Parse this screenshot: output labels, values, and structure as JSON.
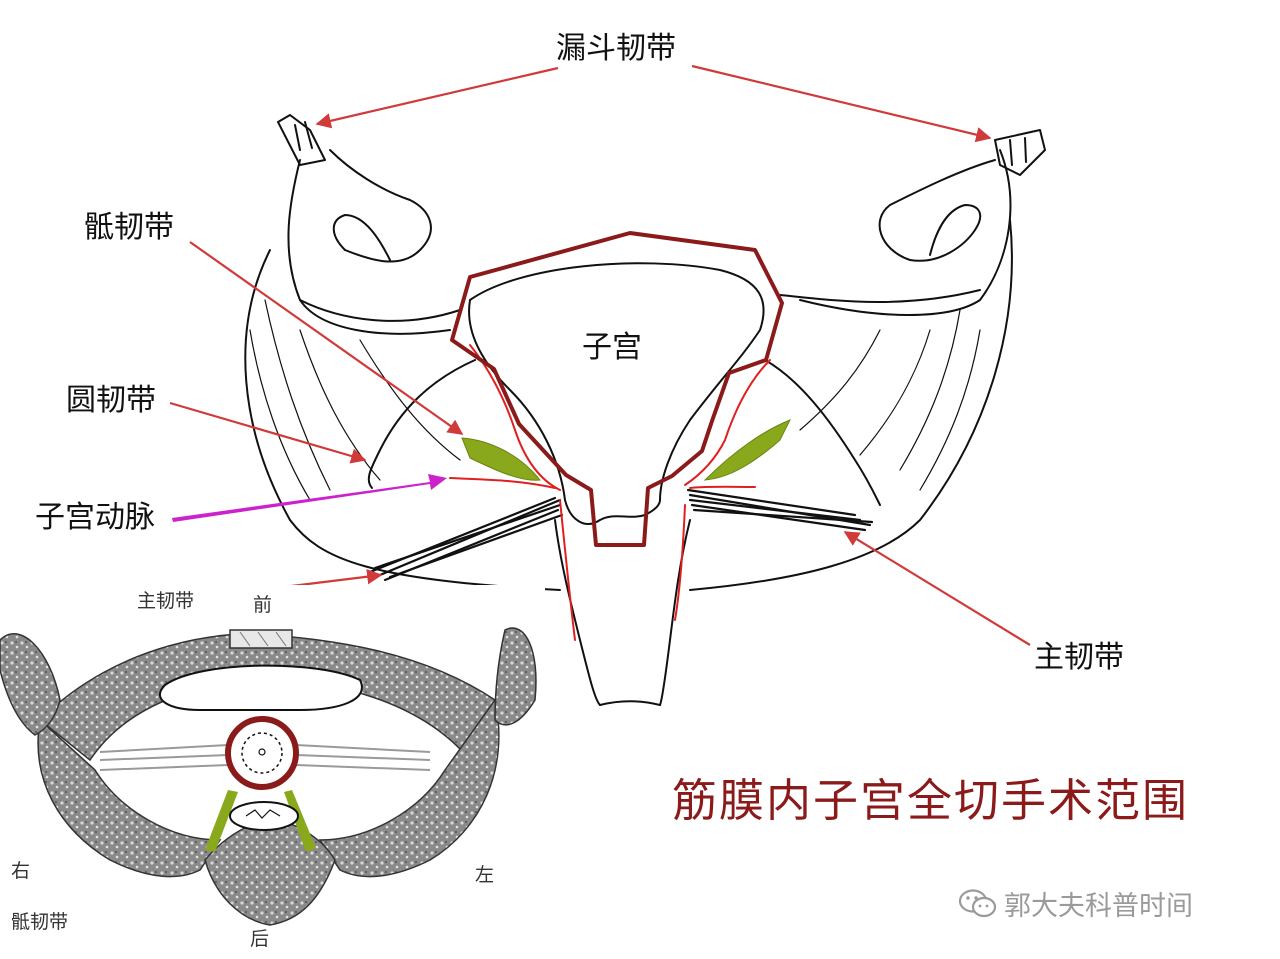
{
  "labels": {
    "infundibulopelvic": "漏斗韧带",
    "uterosacral_top": "骶韧带",
    "round": "圆韧带",
    "uterine_artery": "子宫动脉",
    "uterus": "子宫",
    "cardinal_right": "主韧带",
    "cardinal_inset": "主韧带",
    "uterosacral_inset": "骶韧带",
    "anterior": "前",
    "posterior": "后",
    "right": "右",
    "left": "左"
  },
  "title": "筋膜内子宫全切手术范围",
  "watermark": {
    "icon": "wechat-icon",
    "text": "郭大夫科普时间"
  },
  "colors": {
    "outline": "#111111",
    "scope_line": "#8b1a1a",
    "pointer": "#d03a3a",
    "artery": "#e02020",
    "ligament_green": "#7a9a1a",
    "artery_arrow": "#cc22cc",
    "bone": "#777777",
    "title": "#8b1a1a",
    "watermark": "#9a9a9a"
  }
}
